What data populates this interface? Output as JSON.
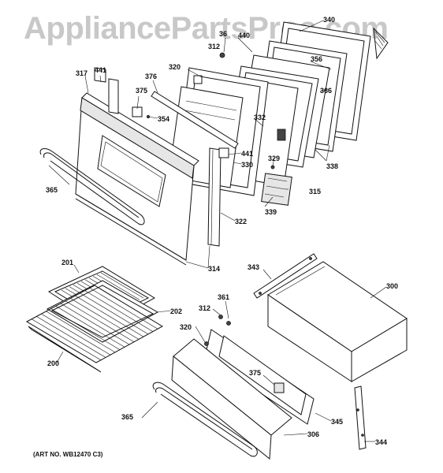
{
  "watermark": "AppliancePartsPros.com",
  "art_number": "(ART NO. WB12470 C3)",
  "labels": [
    {
      "id": "label-340",
      "text": "340"
    },
    {
      "id": "label-36",
      "text": "36"
    },
    {
      "id": "label-312-top",
      "text": "312"
    },
    {
      "id": "label-440",
      "text": "440"
    },
    {
      "id": "label-356",
      "text": "356"
    },
    {
      "id": "label-320-top",
      "text": "320"
    },
    {
      "id": "label-441-top",
      "text": "441"
    },
    {
      "id": "label-317",
      "text": "317"
    },
    {
      "id": "label-376",
      "text": "376"
    },
    {
      "id": "label-375-top",
      "text": "375"
    },
    {
      "id": "label-366",
      "text": "366"
    },
    {
      "id": "label-354",
      "text": "354"
    },
    {
      "id": "label-332",
      "text": "332"
    },
    {
      "id": "label-441-mid",
      "text": "441"
    },
    {
      "id": "label-330",
      "text": "330"
    },
    {
      "id": "label-329",
      "text": "329"
    },
    {
      "id": "label-338",
      "text": "338"
    },
    {
      "id": "label-315",
      "text": "315"
    },
    {
      "id": "label-365-top",
      "text": "365"
    },
    {
      "id": "label-339",
      "text": "339"
    },
    {
      "id": "label-322",
      "text": "322"
    },
    {
      "id": "label-314",
      "text": "314"
    },
    {
      "id": "label-201",
      "text": "201"
    },
    {
      "id": "label-343",
      "text": "343"
    },
    {
      "id": "label-300",
      "text": "300"
    },
    {
      "id": "label-361",
      "text": "361"
    },
    {
      "id": "label-202",
      "text": "202"
    },
    {
      "id": "label-312-bottom",
      "text": "312"
    },
    {
      "id": "label-320-bottom",
      "text": "320"
    },
    {
      "id": "label-200",
      "text": "200"
    },
    {
      "id": "label-375-bottom",
      "text": "375"
    },
    {
      "id": "label-365-bottom",
      "text": "365"
    },
    {
      "id": "label-345",
      "text": "345"
    },
    {
      "id": "label-306",
      "text": "306"
    },
    {
      "id": "label-344",
      "text": "344"
    }
  ]
}
